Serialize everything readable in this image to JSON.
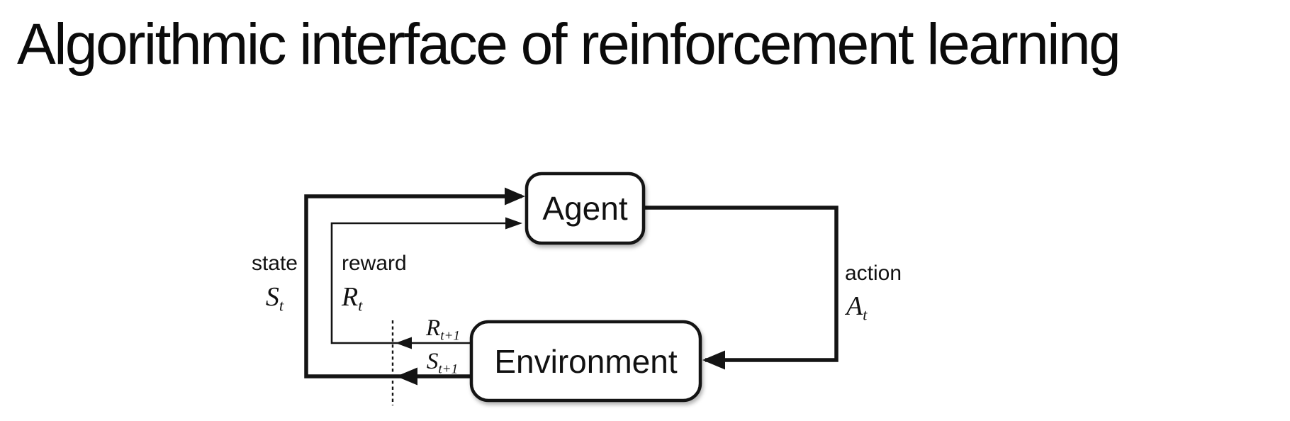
{
  "page": {
    "title": "Algorithmic interface of reinforcement learning",
    "background": "#ffffff"
  },
  "diagram": {
    "agent_label": "Agent",
    "environment_label": "Environment",
    "state": {
      "word": "state",
      "sym": "S",
      "sub": "t"
    },
    "reward": {
      "word": "reward",
      "sym": "R",
      "sub": "t"
    },
    "action": {
      "word": "action",
      "sym": "A",
      "sub": "t"
    },
    "next_reward": {
      "sym": "R",
      "sub": "t+1"
    },
    "next_state": {
      "sym": "S",
      "sub": "t+1"
    },
    "colors": {
      "line": "#141414",
      "text": "#111111",
      "box_fill": "#ffffff",
      "background": "#ffffff"
    }
  }
}
